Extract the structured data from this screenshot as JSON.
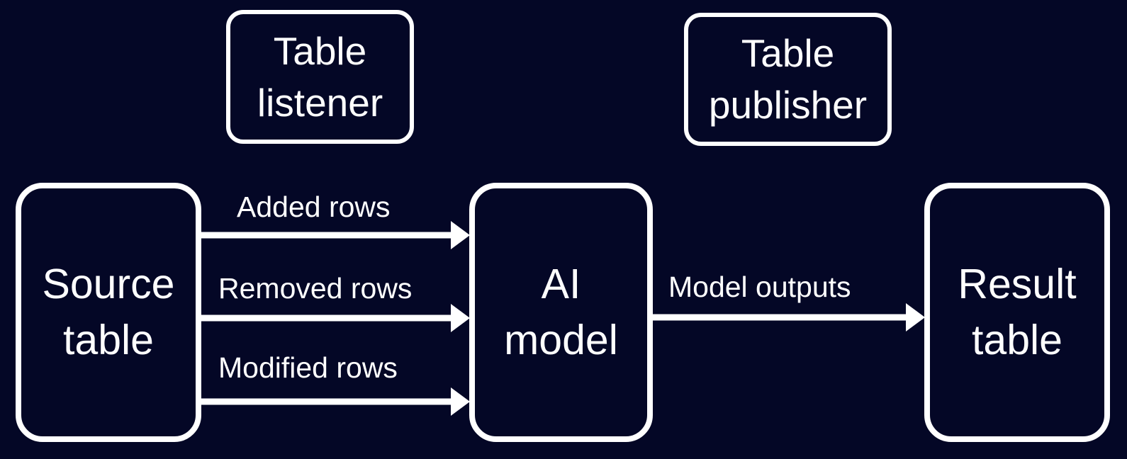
{
  "diagram": {
    "title": "AI model incremental table processing pipeline",
    "background_color": "#040726",
    "stroke_color": "#ffffff",
    "nodes": [
      {
        "id": "source-table",
        "label_lines": [
          "Source",
          "table"
        ],
        "kind": "primary"
      },
      {
        "id": "ai-model",
        "label_lines": [
          "AI",
          "model"
        ],
        "kind": "primary"
      },
      {
        "id": "result-table",
        "label_lines": [
          "Result",
          "table"
        ],
        "kind": "primary"
      },
      {
        "id": "table-listener",
        "label_lines": [
          "Table",
          "listener"
        ],
        "kind": "secondary"
      },
      {
        "id": "table-publisher",
        "label_lines": [
          "Table",
          "publisher"
        ],
        "kind": "secondary"
      }
    ],
    "edges": [
      {
        "id": "added-rows",
        "label": "Added rows",
        "from": "source-table",
        "to": "ai-model"
      },
      {
        "id": "removed-rows",
        "label": "Removed rows",
        "from": "source-table",
        "to": "ai-model"
      },
      {
        "id": "modified-rows",
        "label": "Modified rows",
        "from": "source-table",
        "to": "ai-model"
      },
      {
        "id": "model-outputs",
        "label": "Model outputs",
        "from": "ai-model",
        "to": "result-table"
      }
    ]
  }
}
